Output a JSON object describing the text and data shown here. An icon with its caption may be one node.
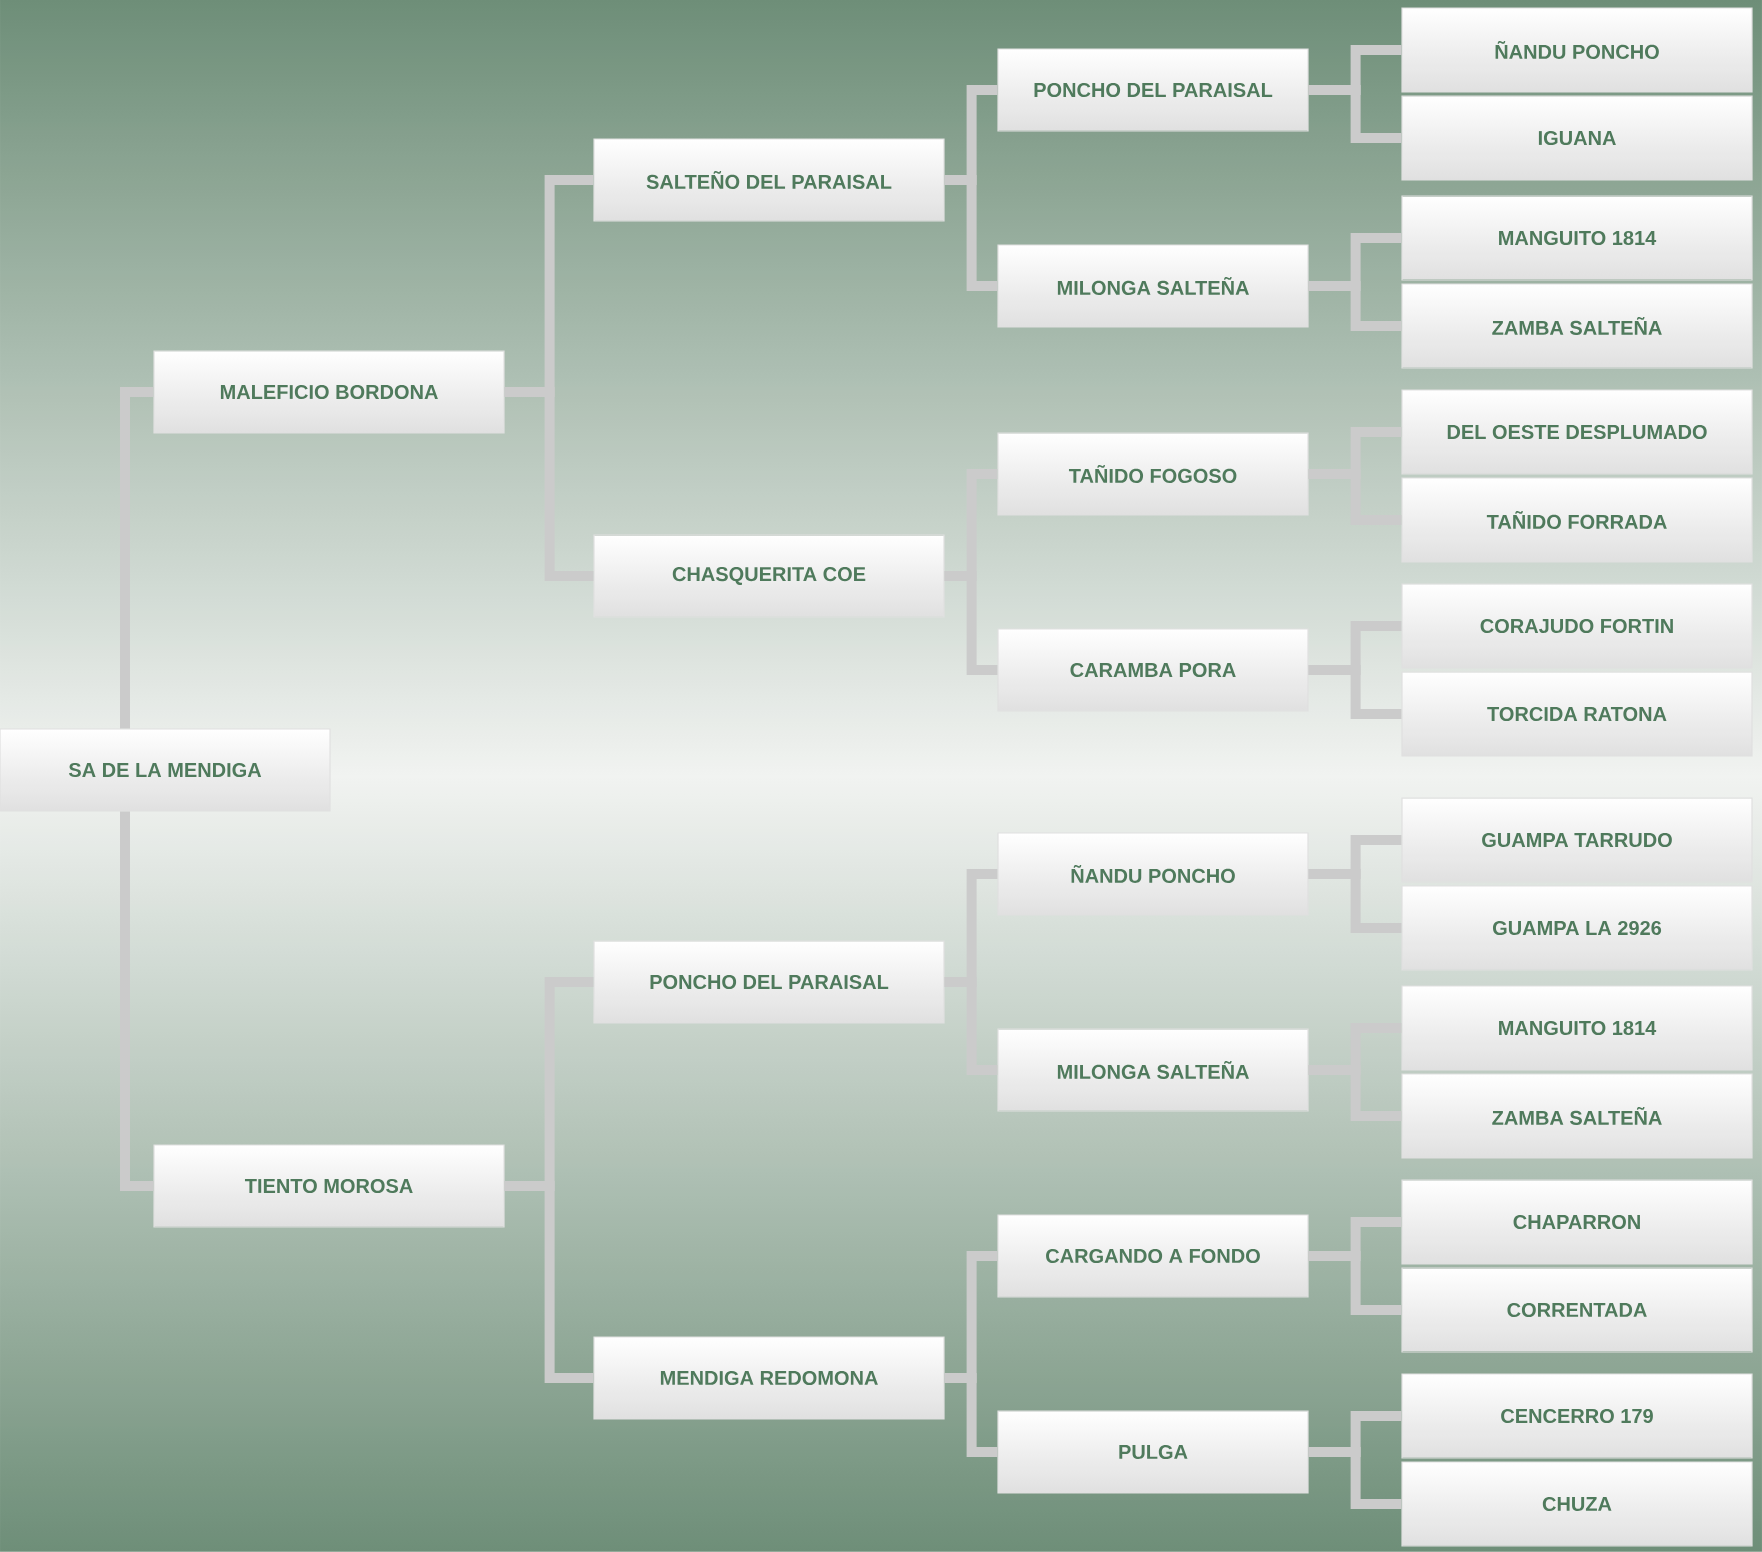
{
  "diagram": {
    "nodes": [
      {
        "text": [
          "SA DE LA MENDIGA"
        ]
      },
      {
        "text": [
          "MALEFICIO BORDONA"
        ]
      },
      {
        "text": [
          "TIENTO MOROSA"
        ]
      },
      {
        "text": [
          "SALTEÑO DEL PARAISAL"
        ]
      },
      {
        "text": [
          "CHASQUERITA COE"
        ]
      },
      {
        "text": [
          "PONCHO DEL PARAISAL"
        ]
      },
      {
        "text": [
          "MENDIGA REDOMONA"
        ]
      },
      {
        "text": [
          "PONCHO DEL PARAISAL"
        ]
      },
      {
        "text": [
          "MILONGA SALTEÑA"
        ]
      },
      {
        "text": [
          "TAÑIDO FOGOSO"
        ]
      },
      {
        "text": [
          "CARAMBA PORA"
        ]
      },
      {
        "text": [
          "ÑANDU PONCHO"
        ]
      },
      {
        "text": [
          "MILONGA SALTEÑA"
        ]
      },
      {
        "text": [
          "CARGANDO A FONDO"
        ]
      },
      {
        "text": [
          "PULGA"
        ]
      },
      {
        "text": [
          "ÑANDU PONCHO"
        ]
      },
      {
        "text": [
          "IGUANA"
        ]
      },
      {
        "text": [
          "MANGUITO 1814"
        ]
      },
      {
        "text": [
          "ZAMBA SALTEÑA"
        ]
      },
      {
        "text": [
          "DEL OESTE DESPLUMADO"
        ]
      },
      {
        "text": [
          "TAÑIDO FORRADA"
        ]
      },
      {
        "text": [
          "CORAJUDO FORTIN"
        ]
      },
      {
        "text": [
          "TORCIDA RATONA"
        ]
      },
      {
        "text": [
          "GUAMPA TARRUDO"
        ]
      },
      {
        "text": [
          "GUAMPA LA 2926"
        ]
      },
      {
        "text": [
          "MANGUITO 1814"
        ]
      },
      {
        "text": [
          "ZAMBA SALTEÑA"
        ]
      },
      {
        "text": [
          "CHAPARRON"
        ]
      },
      {
        "text": [
          "CORRENTADA"
        ]
      },
      {
        "text": [
          "CENCERRO 179"
        ]
      },
      {
        "text": [
          "CHUZA"
        ]
      }
    ],
    "edges": [
      {
        "from": 0,
        "to": 1,
        "arrow": "none"
      },
      {
        "from": 0,
        "to": 2,
        "arrow": "none"
      },
      {
        "from": 1,
        "to": 3,
        "arrow": "none"
      },
      {
        "from": 1,
        "to": 4,
        "arrow": "none"
      },
      {
        "from": 2,
        "to": 5,
        "arrow": "none"
      },
      {
        "from": 2,
        "to": 6,
        "arrow": "none"
      },
      {
        "from": 3,
        "to": 7,
        "arrow": "none"
      },
      {
        "from": 3,
        "to": 8,
        "arrow": "none"
      },
      {
        "from": 4,
        "to": 9,
        "arrow": "none"
      },
      {
        "from": 4,
        "to": 10,
        "arrow": "none"
      },
      {
        "from": 5,
        "to": 11,
        "arrow": "none"
      },
      {
        "from": 5,
        "to": 12,
        "arrow": "none"
      },
      {
        "from": 6,
        "to": 13,
        "arrow": "none"
      },
      {
        "from": 6,
        "to": 14,
        "arrow": "none"
      },
      {
        "from": 7,
        "to": 15,
        "arrow": "none"
      },
      {
        "from": 7,
        "to": 16,
        "arrow": "none"
      },
      {
        "from": 8,
        "to": 17,
        "arrow": "none"
      },
      {
        "from": 8,
        "to": 18,
        "arrow": "none"
      },
      {
        "from": 9,
        "to": 19,
        "arrow": "none"
      },
      {
        "from": 9,
        "to": 20,
        "arrow": "none"
      },
      {
        "from": 10,
        "to": 21,
        "arrow": "none"
      },
      {
        "from": 10,
        "to": 22,
        "arrow": "none"
      },
      {
        "from": 11,
        "to": 23,
        "arrow": "none"
      },
      {
        "from": 11,
        "to": 24,
        "arrow": "none"
      },
      {
        "from": 12,
        "to": 25,
        "arrow": "none"
      },
      {
        "from": 12,
        "to": 26,
        "arrow": "none"
      },
      {
        "from": 13,
        "to": 27,
        "arrow": "none"
      },
      {
        "from": 13,
        "to": 28,
        "arrow": "none"
      },
      {
        "from": 14,
        "to": 29,
        "arrow": "none"
      },
      {
        "from": 14,
        "to": 30,
        "arrow": "none"
      }
    ]
  }
}
